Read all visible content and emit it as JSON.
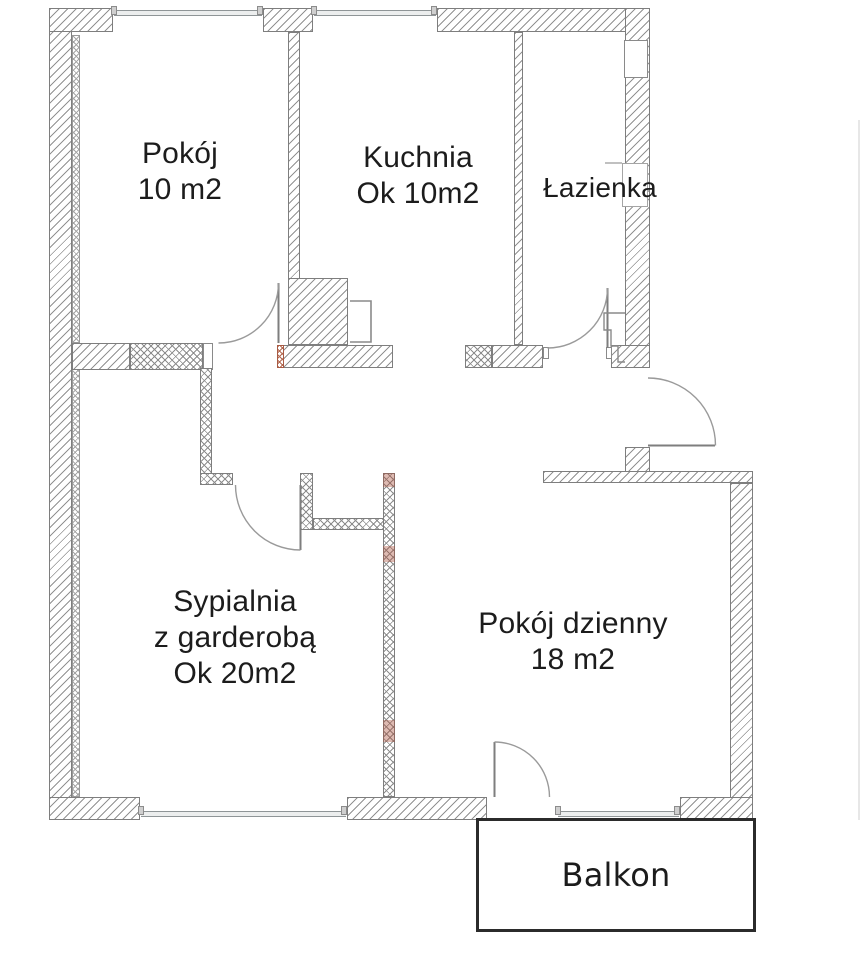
{
  "plan": {
    "rooms": [
      {
        "id": "pokoj",
        "lines": [
          "Pokój",
          "10 m2"
        ]
      },
      {
        "id": "kuchnia",
        "lines": [
          "Kuchnia",
          "Ok 10m2"
        ]
      },
      {
        "id": "lazienka",
        "lines": [
          "Łazienka"
        ]
      },
      {
        "id": "sypialnia",
        "lines": [
          "Sypialnia",
          "z garderobą",
          "Ok 20m2"
        ]
      },
      {
        "id": "pokoj_dzienny",
        "lines": [
          "Pokój dzienny",
          "18 m2"
        ]
      },
      {
        "id": "balkon",
        "lines": [
          "Balkon"
        ]
      }
    ],
    "colors": {
      "wall_line": "#8d8d8d",
      "wall_outline": "#7e7e7e",
      "text": "#1c1c1c",
      "red_accent": "#a85a43",
      "balcony_border": "#2b2b2b",
      "glazing": "#8f9597"
    }
  }
}
